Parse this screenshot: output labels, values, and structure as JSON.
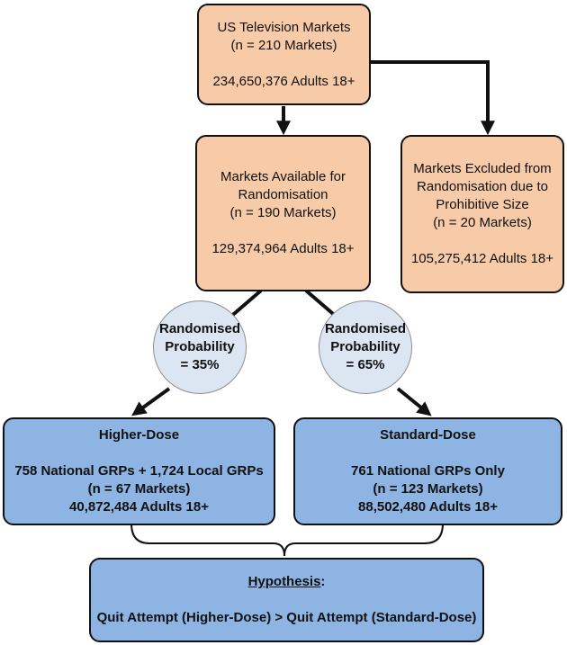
{
  "top_box": {
    "title": "US Television Markets",
    "markets": "(n = 210 Markets)",
    "adults": "234,650,376 Adults 18+"
  },
  "available_box": {
    "line1": "Markets Available for",
    "line2": "Randomisation",
    "markets": "(n = 190 Markets)",
    "adults": "129,374,964 Adults 18+"
  },
  "excluded_box": {
    "line1": "Markets Excluded from",
    "line2": "Randomisation due to",
    "line3": "Prohibitive Size",
    "markets": "(n = 20 Markets)",
    "adults": "105,275,412 Adults 18+"
  },
  "prob_left": {
    "line1": "Randomised",
    "line2": "Probability",
    "line3": "= 35%"
  },
  "prob_right": {
    "line1": "Randomised",
    "line2": "Probability",
    "line3": "= 65%"
  },
  "higher_box": {
    "title": "Higher-Dose",
    "grps": "758 National GRPs + 1,724 Local GRPs",
    "markets": "(n = 67 Markets)",
    "adults": "40,872,484 Adults 18+"
  },
  "standard_box": {
    "title": "Standard-Dose",
    "grps": "761 National GRPs Only",
    "markets": "(n = 123 Markets)",
    "adults": "88,502,480 Adults 18+"
  },
  "hypothesis_box": {
    "title": "Hypothesis",
    "colon": ":",
    "statement": "Quit Attempt (Higher-Dose) > Quit Attempt (Standard-Dose)"
  },
  "colors": {
    "orange_fill": "#f8cba8",
    "blue_fill": "#8eb4e3",
    "circle_fill": "#dce6f2",
    "line": "#111111"
  }
}
